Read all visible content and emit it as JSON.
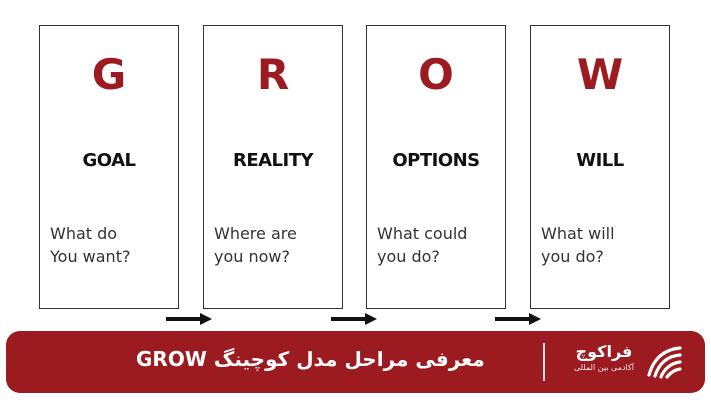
{
  "colors": {
    "accent": "#9b1b20",
    "text": "#333333",
    "border": "#333333",
    "footer": "#9b1b20"
  },
  "cards": [
    {
      "letter": "G",
      "word": "GOAL",
      "question": "What do\nYou want?"
    },
    {
      "letter": "R",
      "word": "REALITY",
      "question": "Where are\nyou now?"
    },
    {
      "letter": "O",
      "word": "OPTIONS",
      "question": "What could\nyou do?"
    },
    {
      "letter": "W",
      "word": "WILL",
      "question": "What will\nyou do?"
    }
  ],
  "footer": {
    "title": "معرفی مراحل مدل کوچینگ GROW",
    "brand_name": "فراکوچ",
    "brand_tagline": "آکادمی بین المللی",
    "logo_icon": "wing-logo-icon"
  }
}
